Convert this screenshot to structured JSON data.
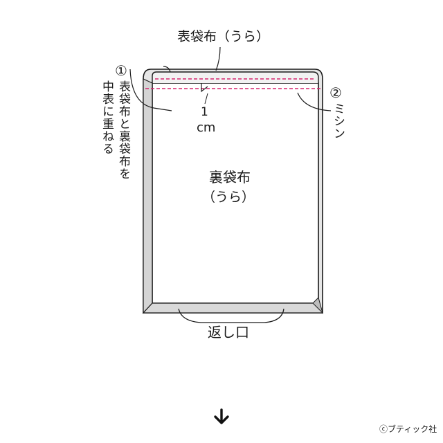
{
  "labels": {
    "top_fabric": "表袋布（うら）",
    "step1_num": "①",
    "step1_line1": "表袋布と裏袋布を",
    "step1_line2": "中表に重ねる",
    "step2_num": "②",
    "step2_text": "ミシン",
    "seam_allowance_num": "1",
    "seam_allowance_unit": "cm",
    "lining_name": "裏袋布",
    "lining_side": "（うら）",
    "opening": "返し口",
    "copyright": "ⓒブティック社"
  },
  "colors": {
    "fabric_fill": "#e6e6e6",
    "outline": "#1a1a1a",
    "stitch": "#d6246e",
    "gray_fold": "#c8c8c8"
  },
  "icons": {
    "next_step": "down-arrow-icon"
  }
}
